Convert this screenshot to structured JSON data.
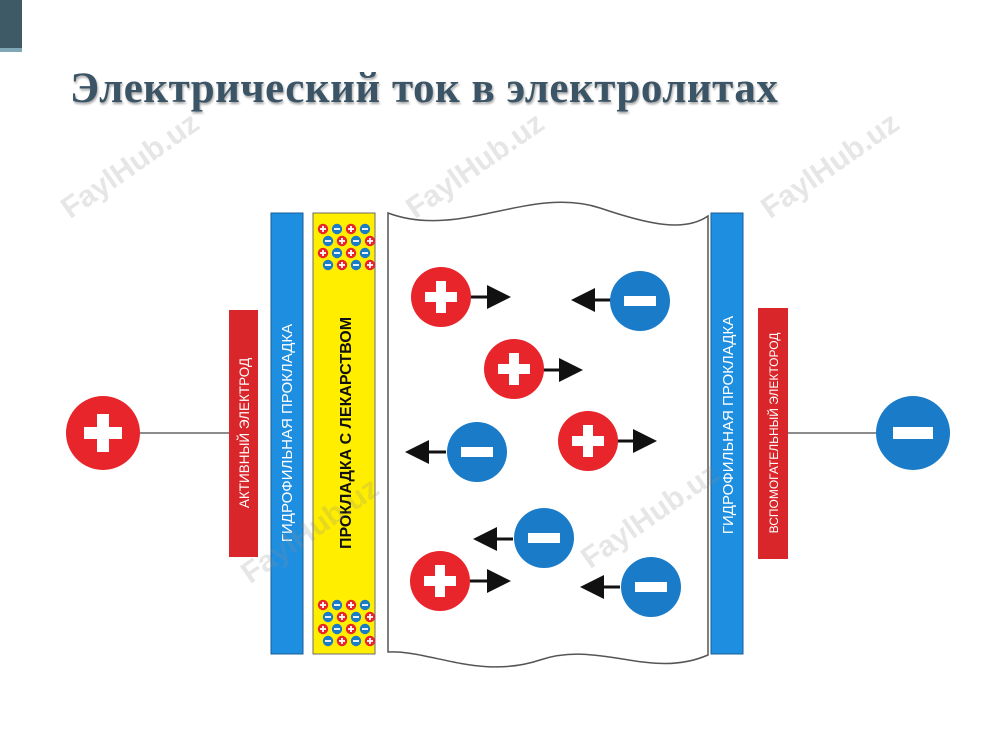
{
  "title": "Электрический ток в электролитах",
  "labels": {
    "active_electrode": "АКТИВНЫЙ ЭЛЕКТРОД",
    "hydrophilic_pad_left": "ГИДРОФИЛЬНАЯ ПРОКЛАДКА",
    "drug_pad": "ПРОКЛАДКА С ЛЕКАРСТВОМ",
    "hydrophilic_pad_right": "ГИДРОФИЛЬНАЯ ПРОКЛАДКА",
    "auxiliary_electrode": "ВСПОМОГАТЕЛЬНЫЙ ЭЛЕКТОРОД"
  },
  "signs": {
    "plus": "+",
    "minus": "−"
  },
  "watermark": "FaylHub.uz",
  "colors": {
    "cation": "#e8252b",
    "anion": "#1a7bc8",
    "electrode_label": "#d9262b",
    "hydrophilic_pad": "#1e8fe0",
    "drug_pad": "#ffee00",
    "title": "#3c5566"
  }
}
